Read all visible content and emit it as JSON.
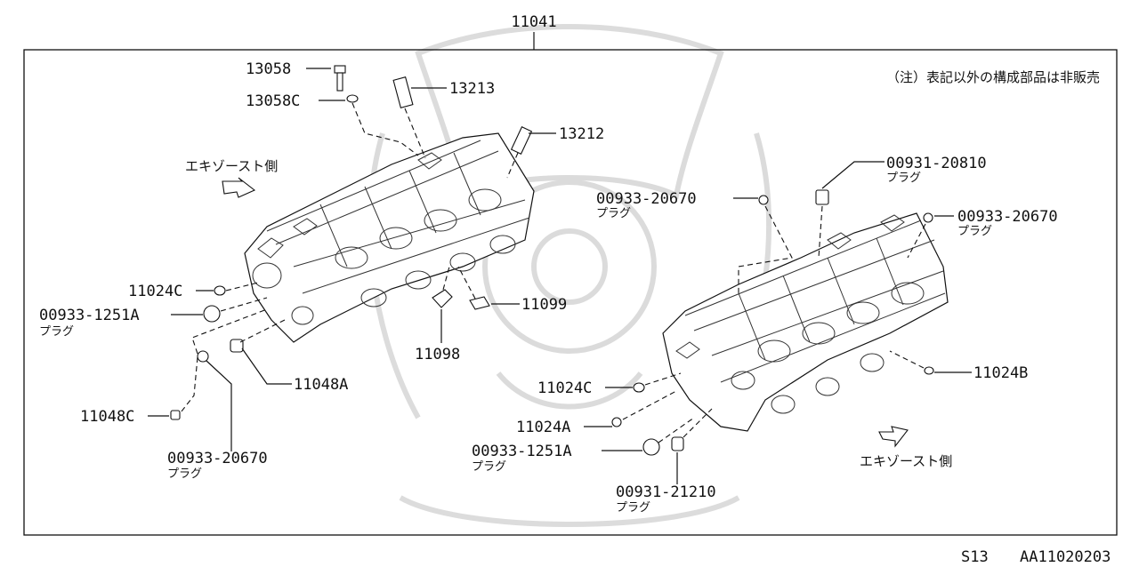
{
  "diagram": {
    "assembly_number": "11041",
    "note": "（注）表記以外の構成部品は非販売",
    "exhaust_side_left": "エキゾースト側",
    "exhaust_side_right": "エキゾースト側",
    "footer_model": "S13",
    "footer_code": "AA11020203",
    "labels": {
      "p13058": "13058",
      "p13058c": "13058C",
      "p13213": "13213",
      "p13212": "13212",
      "p00931_20810": "00931-20810",
      "p00931_20810_sub": "プラグ",
      "p00933_20670_a": "00933-20670",
      "p00933_20670_a_sub": "プラグ",
      "p00933_20670_b": "00933-20670",
      "p00933_20670_b_sub": "プラグ",
      "p11024c_left": "11024C",
      "p00933_1251a_left": "00933-1251A",
      "p00933_1251a_left_sub": "プラグ",
      "p11099": "11099",
      "p11098": "11098",
      "p11048a": "11048A",
      "p11048c": "11048C",
      "p00933_20670_c": "00933-20670",
      "p00933_20670_c_sub": "プラグ",
      "p11024b": "11024B",
      "p11024c_right": "11024C",
      "p11024a": "11024A",
      "p00933_1251a_right": "00933-1251A",
      "p00933_1251a_right_sub": "プラグ",
      "p00931_21210": "00931-21210",
      "p00931_21210_sub": "プラグ"
    }
  }
}
